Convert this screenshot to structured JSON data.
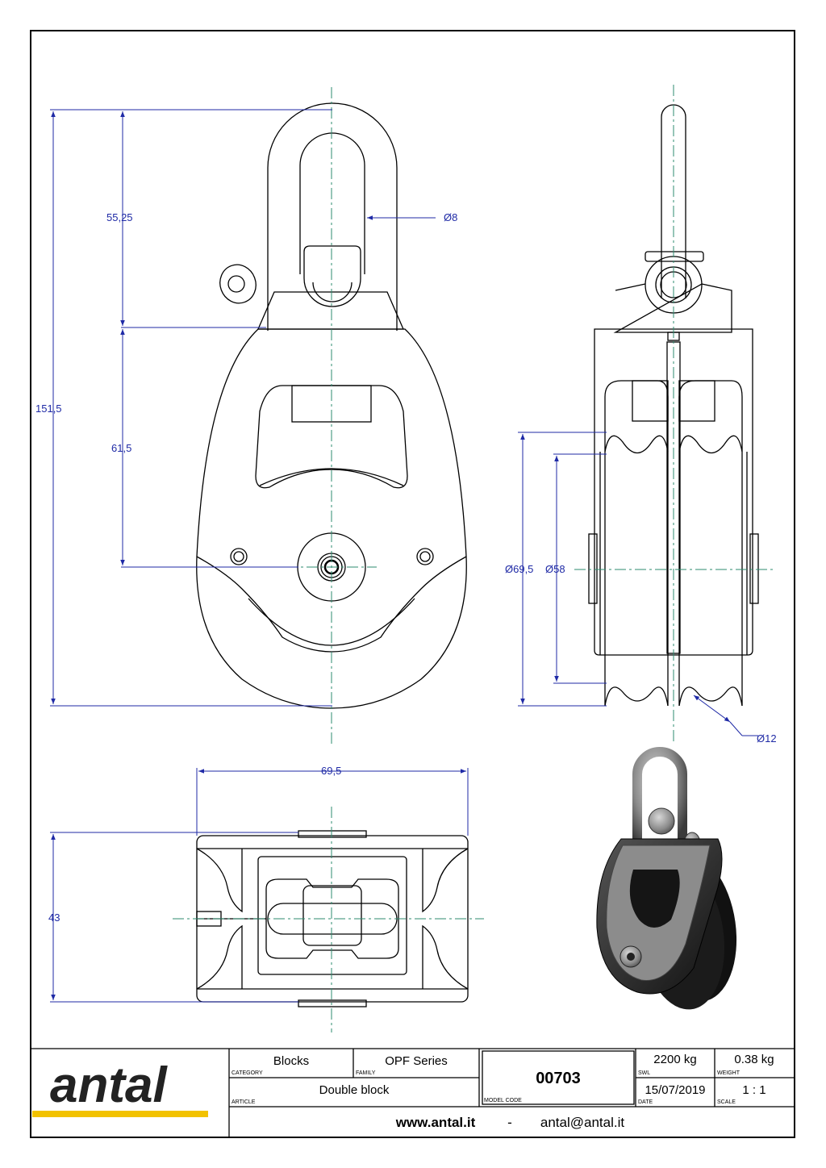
{
  "dimensions": {
    "d_55_25": "55,25",
    "d_151_5": "151,5",
    "d_61_5": "61,5",
    "d_dia8": "Ø8",
    "d_dia69_5": "Ø69,5",
    "d_dia58": "Ø58",
    "d_dia12": "Ø12",
    "d_69_5": "69,5",
    "d_43": "43"
  },
  "title_block": {
    "category": "Blocks",
    "category_caption": "CATEGORY",
    "family": "OPF Series",
    "family_caption": "FAMILY",
    "article": "Double block",
    "article_caption": "ARTICLE",
    "model_code": "00703",
    "model_code_caption": "MODEL CODE",
    "swl": "2200 kg",
    "swl_caption": "SWL",
    "weight": "0.38 kg",
    "weight_caption": "WEIGHT",
    "date": "15/07/2019",
    "date_caption": "DATE",
    "scale": "1 : 1",
    "scale_caption": "SCALE",
    "website": "www.antal.it",
    "separator": "-",
    "email": "antal@antal.it",
    "logo": "antal"
  },
  "colors": {
    "dimension": "#1f2aa6",
    "centerline": "#2e8b6f",
    "logo_bar": "#f2c200"
  }
}
